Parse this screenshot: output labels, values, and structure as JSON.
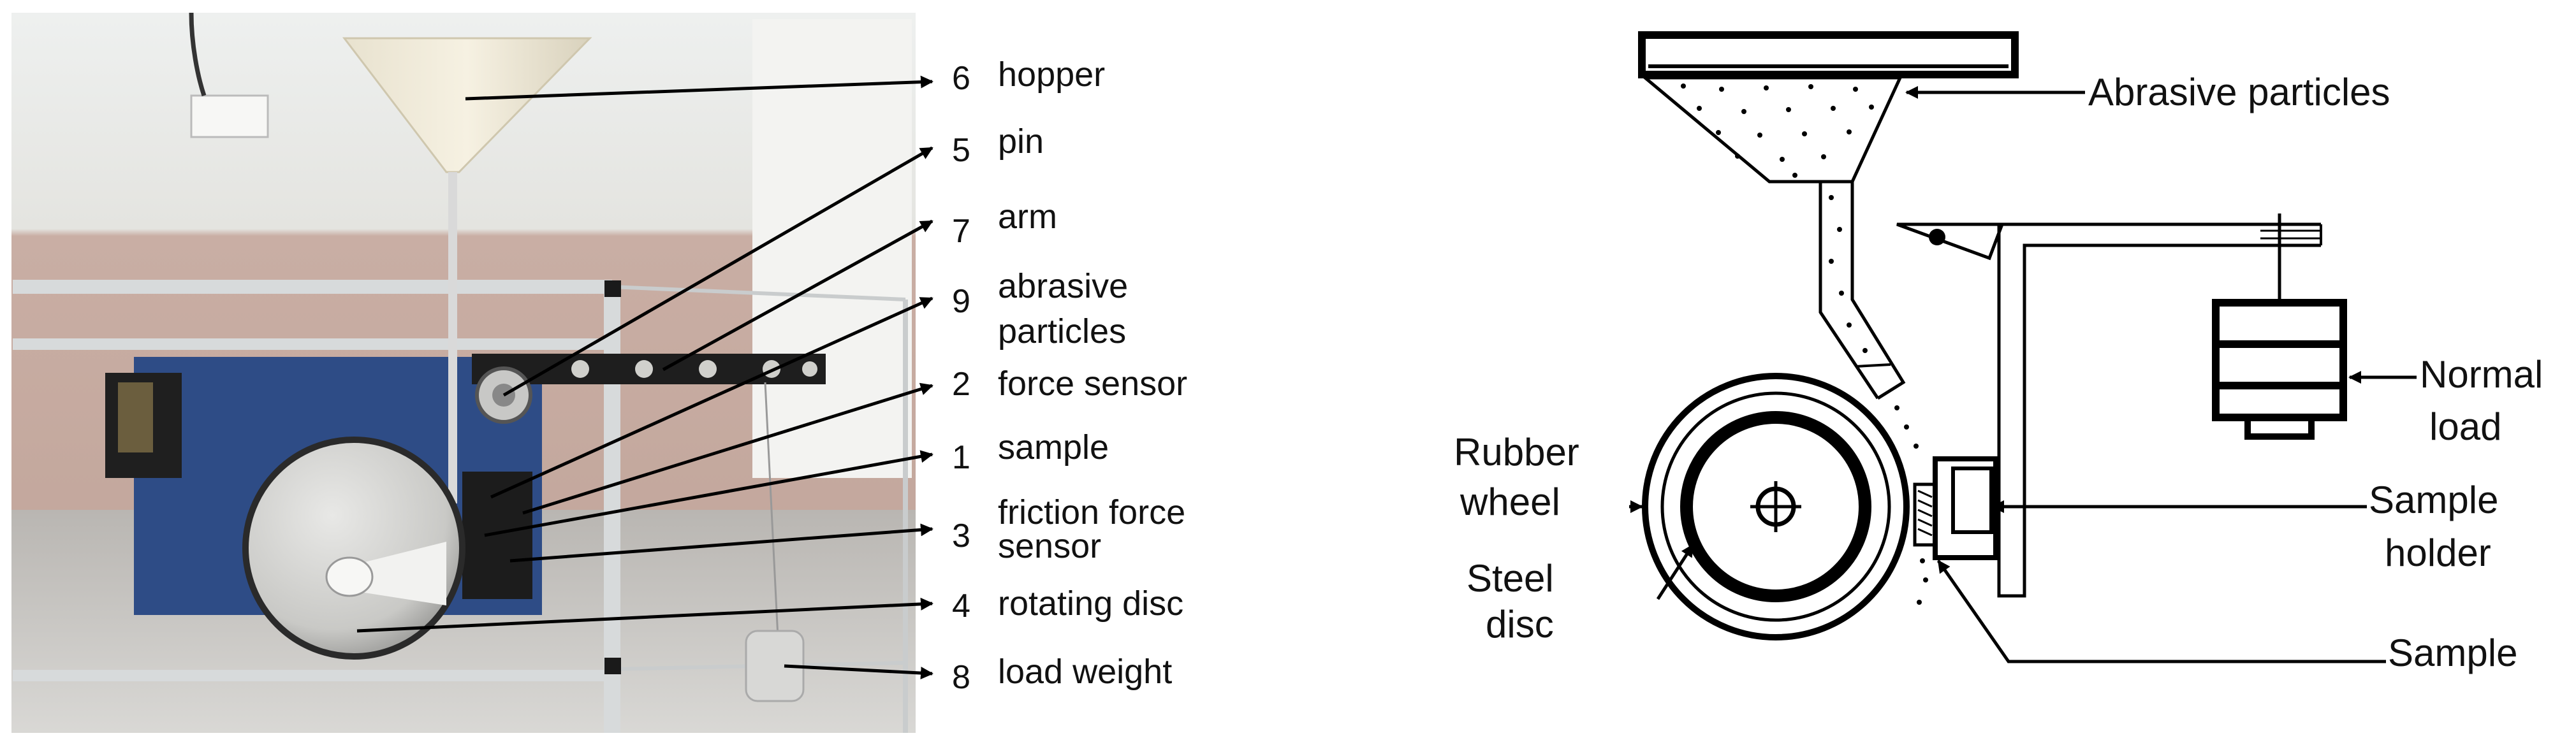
{
  "photo": {
    "labels": [
      {
        "num": "6",
        "text_lines": [
          "hopper"
        ]
      },
      {
        "num": "5",
        "text_lines": [
          "pin"
        ]
      },
      {
        "num": "7",
        "text_lines": [
          "arm"
        ]
      },
      {
        "num": "9",
        "text_lines": [
          "abrasive",
          "particles"
        ]
      },
      {
        "num": "2",
        "text_lines": [
          "force sensor"
        ]
      },
      {
        "num": "1",
        "text_lines": [
          "sample"
        ]
      },
      {
        "num": "3",
        "text_lines": [
          "friction force",
          "sensor"
        ]
      },
      {
        "num": "4",
        "text_lines": [
          "rotating disc"
        ]
      },
      {
        "num": "8",
        "text_lines": [
          "load weight"
        ]
      }
    ]
  },
  "schematic": {
    "abrasive_particles": "Abrasive particles",
    "normal_load": [
      "Normal",
      "load"
    ],
    "rubber_wheel": [
      "Rubber",
      "wheel"
    ],
    "steel_disc": [
      "Steel",
      "disc"
    ],
    "sample_holder": [
      "Sample",
      "holder"
    ],
    "sample": "Sample"
  }
}
